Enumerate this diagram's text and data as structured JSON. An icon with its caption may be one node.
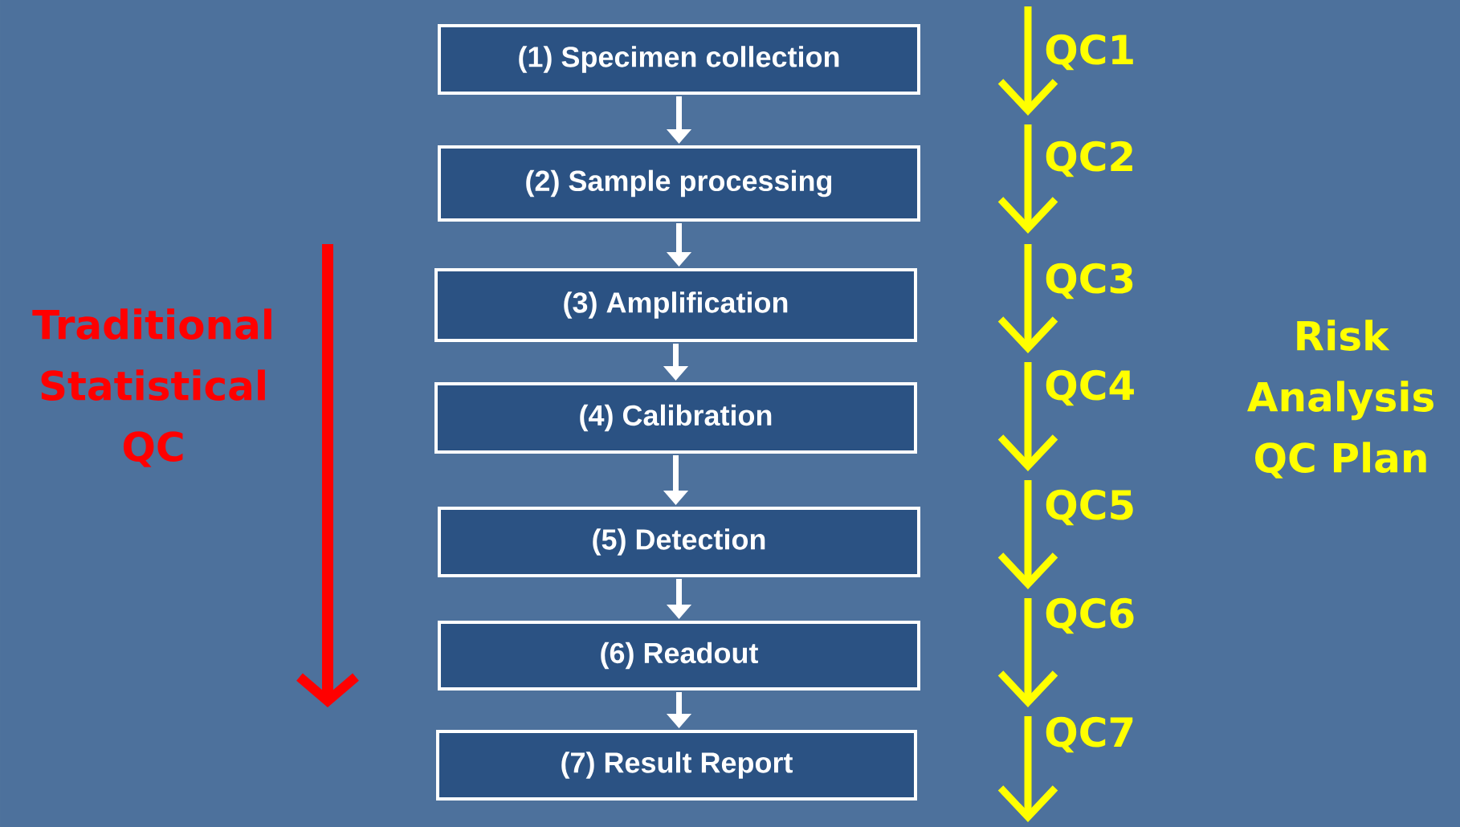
{
  "diagram": {
    "nodes": [
      {
        "text": [
          "(1)  Specimen collection"
        ]
      },
      {
        "text": [
          "(2) Sample processing"
        ]
      },
      {
        "text": [
          "(3) Amplification"
        ]
      },
      {
        "text": [
          "(4) Calibration"
        ]
      },
      {
        "text": [
          "(5) Detection"
        ]
      },
      {
        "text": [
          "(6) Readout"
        ]
      },
      {
        "text": [
          "(7) Result Report"
        ]
      }
    ],
    "edges": [
      {
        "from": 0,
        "to": 1,
        "arrow": "to"
      },
      {
        "from": 1,
        "to": 2,
        "arrow": "to"
      },
      {
        "from": 2,
        "to": 3,
        "arrow": "to"
      },
      {
        "from": 3,
        "to": 4,
        "arrow": "to"
      },
      {
        "from": 4,
        "to": 5,
        "arrow": "to"
      },
      {
        "from": 5,
        "to": 6,
        "arrow": "to"
      }
    ],
    "labels": [
      "Traditional Statistical QC",
      "QC1",
      "QC2",
      "QC3",
      "QC4",
      "QC5",
      "QC6",
      "QC7",
      "Risk Analysis QC Plan"
    ]
  }
}
